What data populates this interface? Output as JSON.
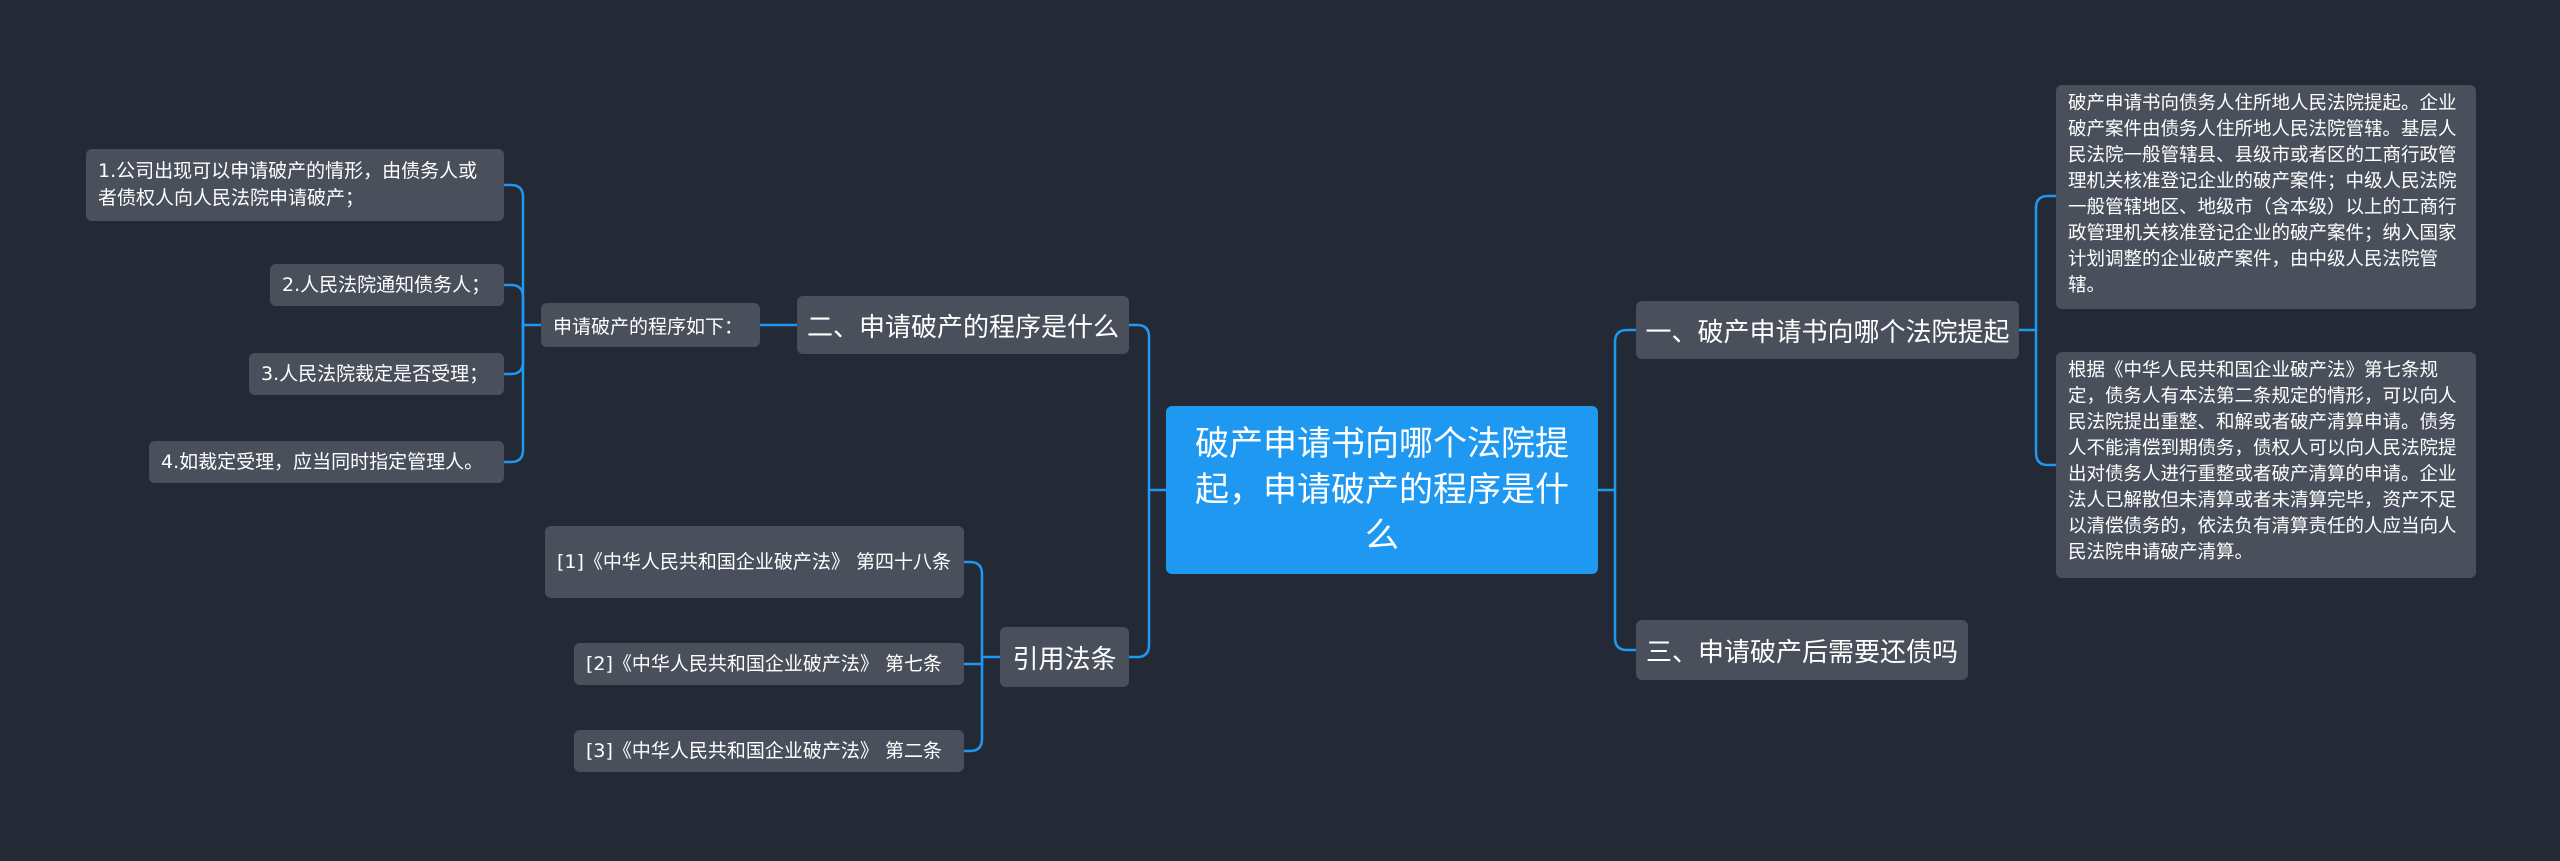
{
  "colors": {
    "background": "#232a35",
    "root": "#1e98f1",
    "node": "#4a505b",
    "connector": "#1e98f1",
    "text": "#ffffff"
  },
  "root": "破产申请书向哪个法院提起，申请破产的程序是什么",
  "right": {
    "branch1": {
      "label": "一、破产申请书向哪个法院提起",
      "details": [
        "破产申请书向债务人住所地人民法院提起。企业破产案件由债务人住所地人民法院管辖。基层人民法院一般管辖县、县级市或者区的工商行政管理机关核准登记企业的破产案件；中级人民法院一般管辖地区、地级市（含本级）以上的工商行政管理机关核准登记企业的破产案件；纳入国家计划调整的企业破产案件，由中级人民法院管辖。",
        "根据《中华人民共和国企业破产法》第七条规定，债务人有本法第二条规定的情形，可以向人民法院提出重整、和解或者破产清算申请。债务人不能清偿到期债务，债权人可以向人民法院提出对债务人进行重整或者破产清算的申请。企业法人已解散但未清算或者未清算完毕，资产不足以清偿债务的，依法负有清算责任的人应当向人民法院申请破产清算。"
      ]
    },
    "branch3": {
      "label": "三、申请破产后需要还债吗"
    }
  },
  "left": {
    "branch2": {
      "label": "二、申请破产的程序是什么",
      "sub": "申请破产的程序如下：",
      "steps": [
        "1.公司出现可以申请破产的情形，由债务人或者债权人向人民法院申请破产；",
        "2.人民法院通知债务人；",
        "3.人民法院裁定是否受理；",
        "4.如裁定受理，应当同时指定管理人。"
      ]
    },
    "laws": {
      "label": "引用法条",
      "items": [
        "[1]《中华人民共和国企业破产法》 第四十八条",
        "[2]《中华人民共和国企业破产法》 第七条",
        "[3]《中华人民共和国企业破产法》 第二条"
      ]
    }
  }
}
